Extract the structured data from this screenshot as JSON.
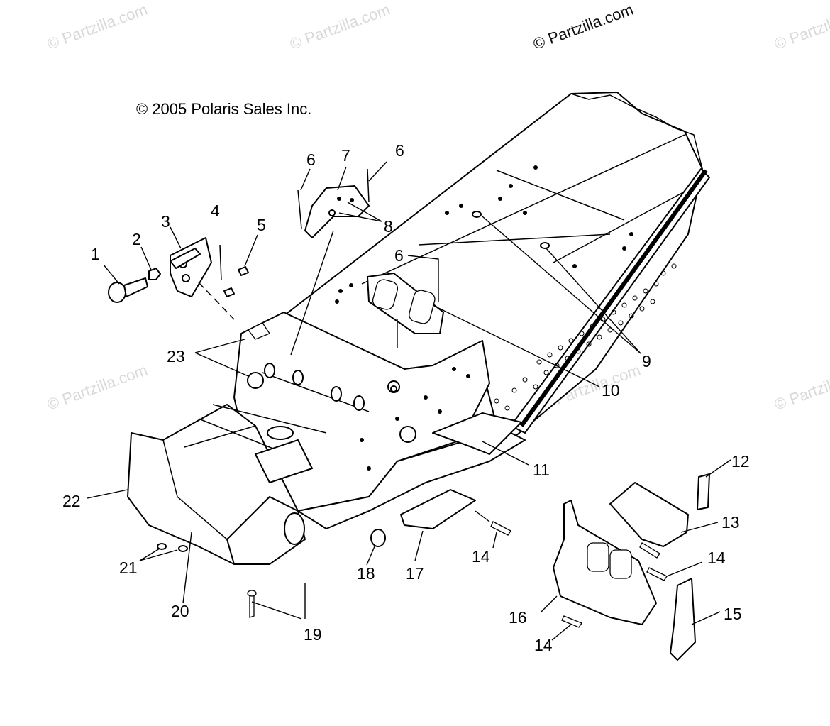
{
  "watermarks": {
    "top_right": "© Partzilla.com",
    "repeat": "© Partzilla.com"
  },
  "copyright": "© 2005 Polaris Sales Inc.",
  "callouts": [
    {
      "id": "1",
      "label": "1"
    },
    {
      "id": "2",
      "label": "2"
    },
    {
      "id": "3",
      "label": "3"
    },
    {
      "id": "4",
      "label": "4"
    },
    {
      "id": "5",
      "label": "5"
    },
    {
      "id": "6a",
      "label": "6"
    },
    {
      "id": "7",
      "label": "7"
    },
    {
      "id": "6b",
      "label": "6"
    },
    {
      "id": "8",
      "label": "8"
    },
    {
      "id": "6c",
      "label": "6"
    },
    {
      "id": "9",
      "label": "9"
    },
    {
      "id": "10",
      "label": "10"
    },
    {
      "id": "11",
      "label": "11"
    },
    {
      "id": "12",
      "label": "12"
    },
    {
      "id": "13",
      "label": "13"
    },
    {
      "id": "14a",
      "label": "14"
    },
    {
      "id": "14b",
      "label": "14"
    },
    {
      "id": "14c",
      "label": "14"
    },
    {
      "id": "15",
      "label": "15"
    },
    {
      "id": "16",
      "label": "16"
    },
    {
      "id": "17",
      "label": "17"
    },
    {
      "id": "18",
      "label": "18"
    },
    {
      "id": "19",
      "label": "19"
    },
    {
      "id": "20",
      "label": "20"
    },
    {
      "id": "21",
      "label": "21"
    },
    {
      "id": "22",
      "label": "22"
    },
    {
      "id": "23",
      "label": "23"
    }
  ]
}
